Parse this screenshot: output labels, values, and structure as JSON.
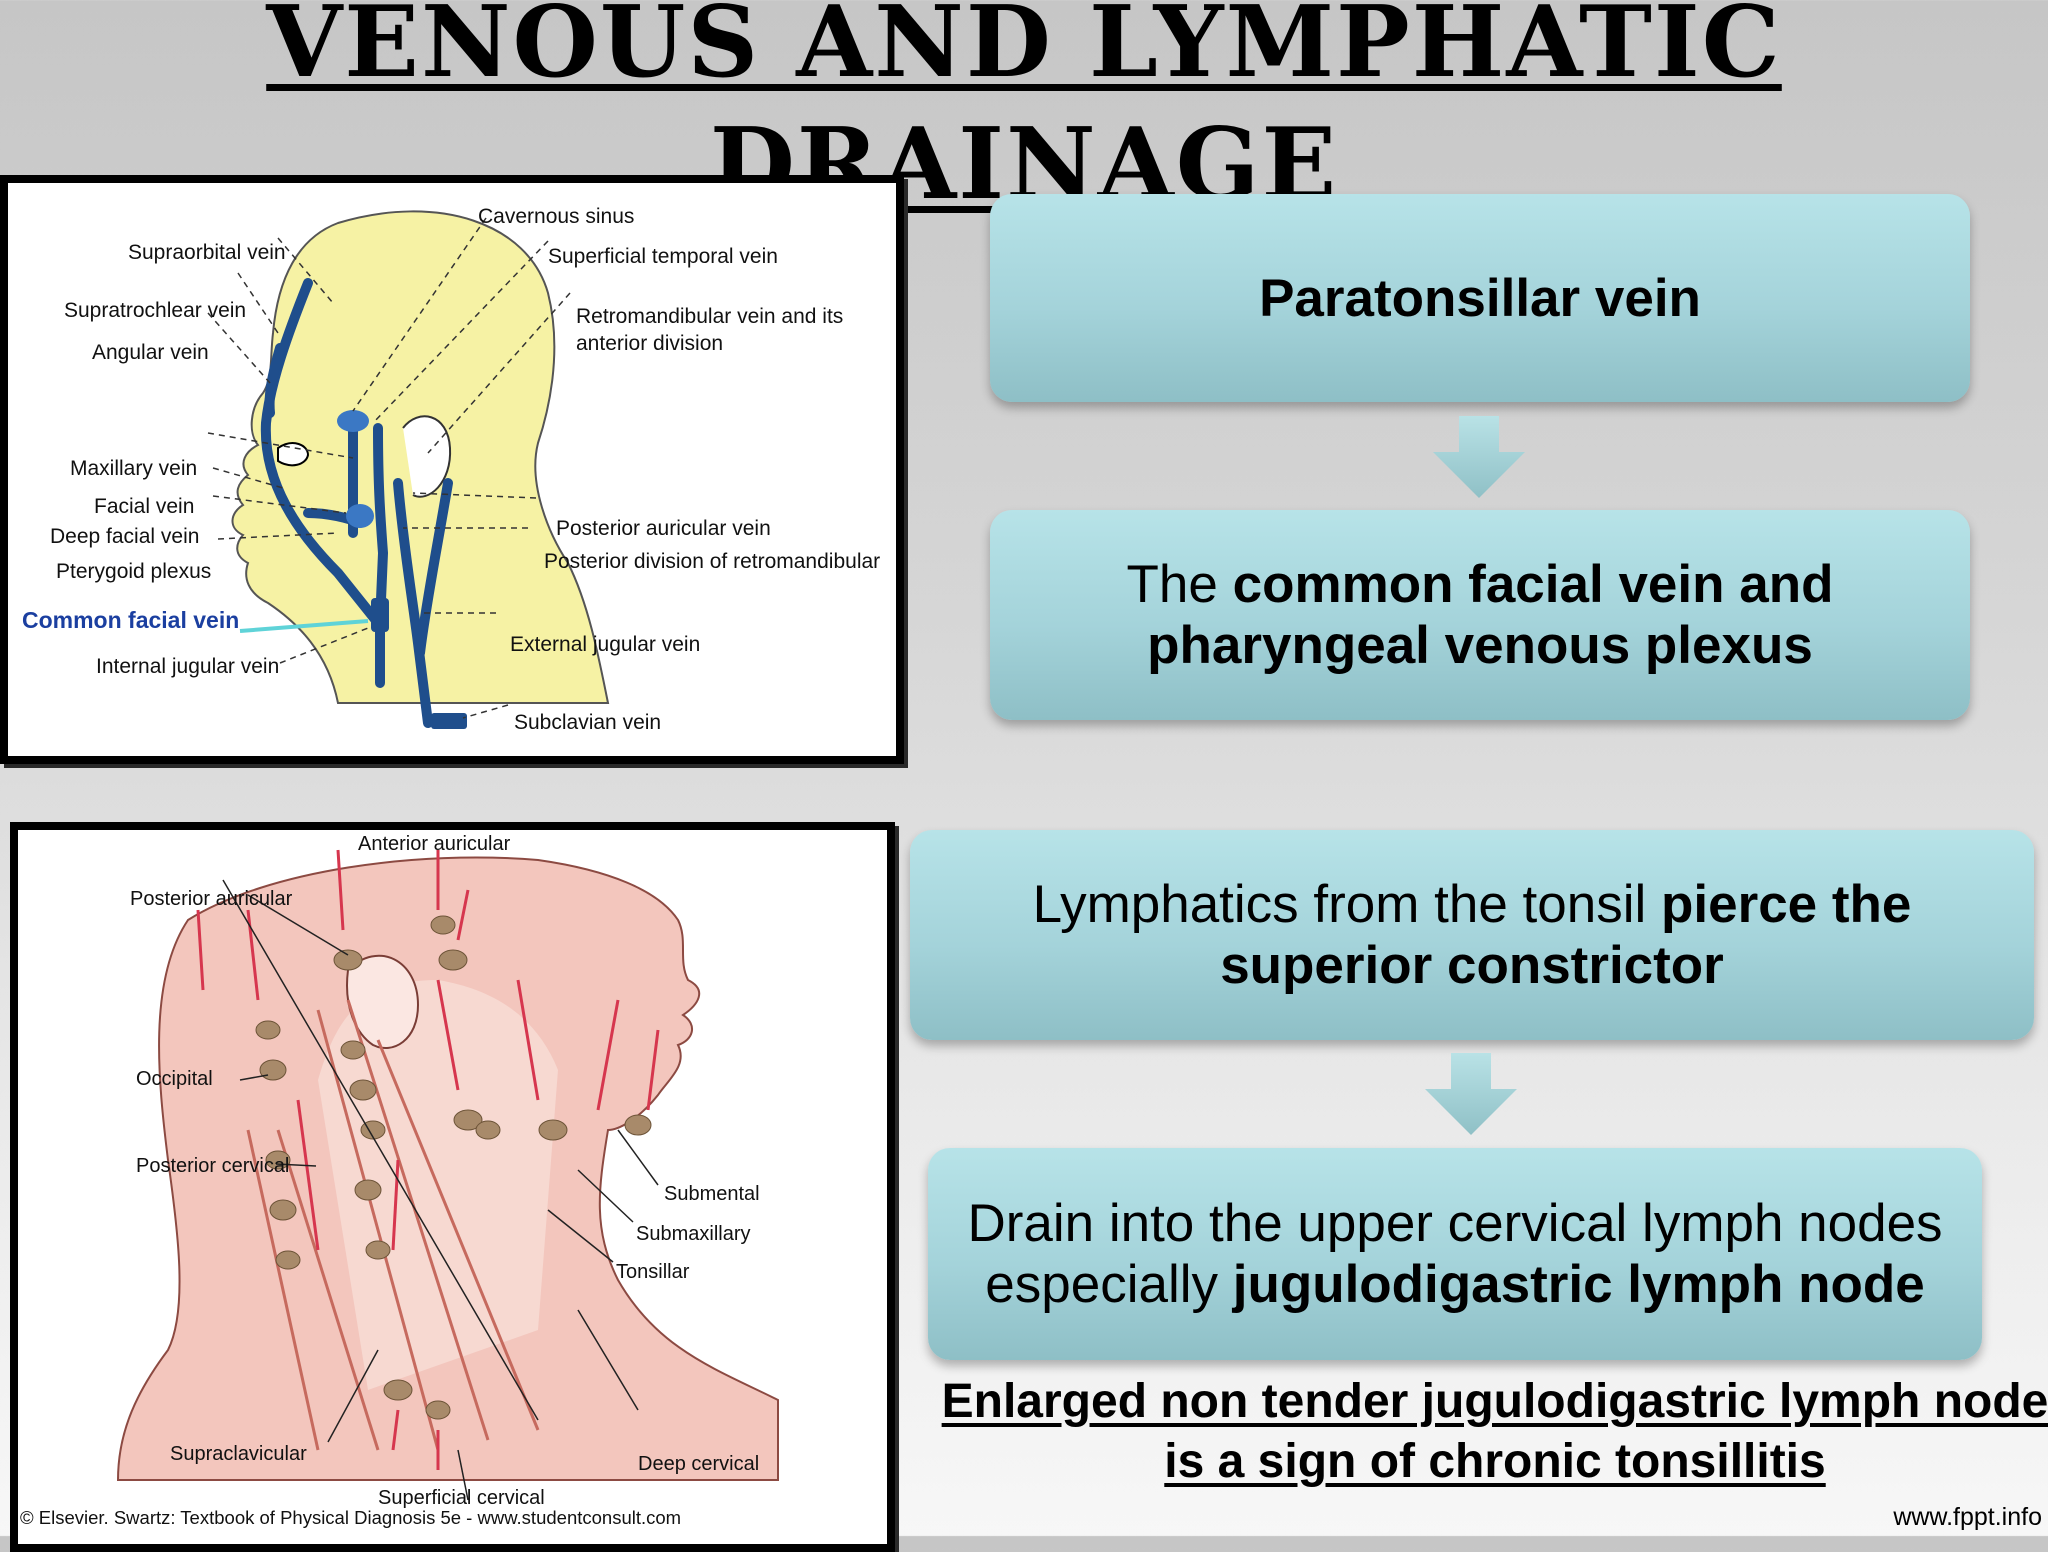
{
  "title": "VENOUS AND LYMPHATIC DRAINAGE",
  "figure1": {
    "labels": {
      "cavernous_sinus": "Cavernous sinus",
      "supraorbital": "Supraorbital vein",
      "superficial_temporal": "Superficial temporal vein",
      "supratrochlear": "Supratrochlear vein",
      "retromandibular_1": "Retromandibular vein and its",
      "retromandibular_2": "anterior division",
      "angular": "Angular vein",
      "maxillary": "Maxillary vein",
      "facial": "Facial vein",
      "deep_facial": "Deep facial vein",
      "posterior_auricular": "Posterior auricular vein",
      "posterior_division": "Posterior division of retromandibular vein",
      "pterygoid": "Pterygoid plexus",
      "common_facial": "Common facial vein",
      "external_jugular": "External jugular vein",
      "internal_jugular": "Internal jugular vein",
      "subclavian": "Subclavian vein"
    }
  },
  "figure2": {
    "labels": {
      "anterior_auricular": "Anterior auricular",
      "posterior_auricular": "Posterior auricular",
      "occipital": "Occipital",
      "posterior_cervical": "Posterior cervical",
      "submental": "Submental",
      "submaxillary": "Submaxillary",
      "tonsillar": "Tonsillar",
      "supraclavicular": "Supraclavicular",
      "deep_cervical": "Deep cervical",
      "superficial_cervical": "Superficial cervical"
    },
    "credit": "© Elsevier. Swartz: Textbook of Physical Diagnosis 5e - www.studentconsult.com"
  },
  "flow1": {
    "box1": "Paratonsillar vein",
    "box2_prefix": "The ",
    "box2_bold": "common facial vein and pharyngeal venous plexus"
  },
  "flow2": {
    "box3_prefix": "Lymphatics from the tonsil ",
    "box3_bold": "pierce the superior constrictor",
    "box4_prefix": "Drain into the upper cervical lymph nodes especially ",
    "box4_bold": "jugulodigastric lymph node"
  },
  "conclusion": "Enlarged non tender jugulodigastric lymph node is a sign of chronic tonsillitis",
  "footer": "www.fppt.info",
  "colors": {
    "box_top": "#b7e3e8",
    "box_bottom": "#8ebfc6",
    "vein_blue": "#1f4e8c",
    "head_yellow": "#f6f2a4",
    "lymph_red": "#d6364e",
    "common_facial_label": "#1b3fa0"
  }
}
